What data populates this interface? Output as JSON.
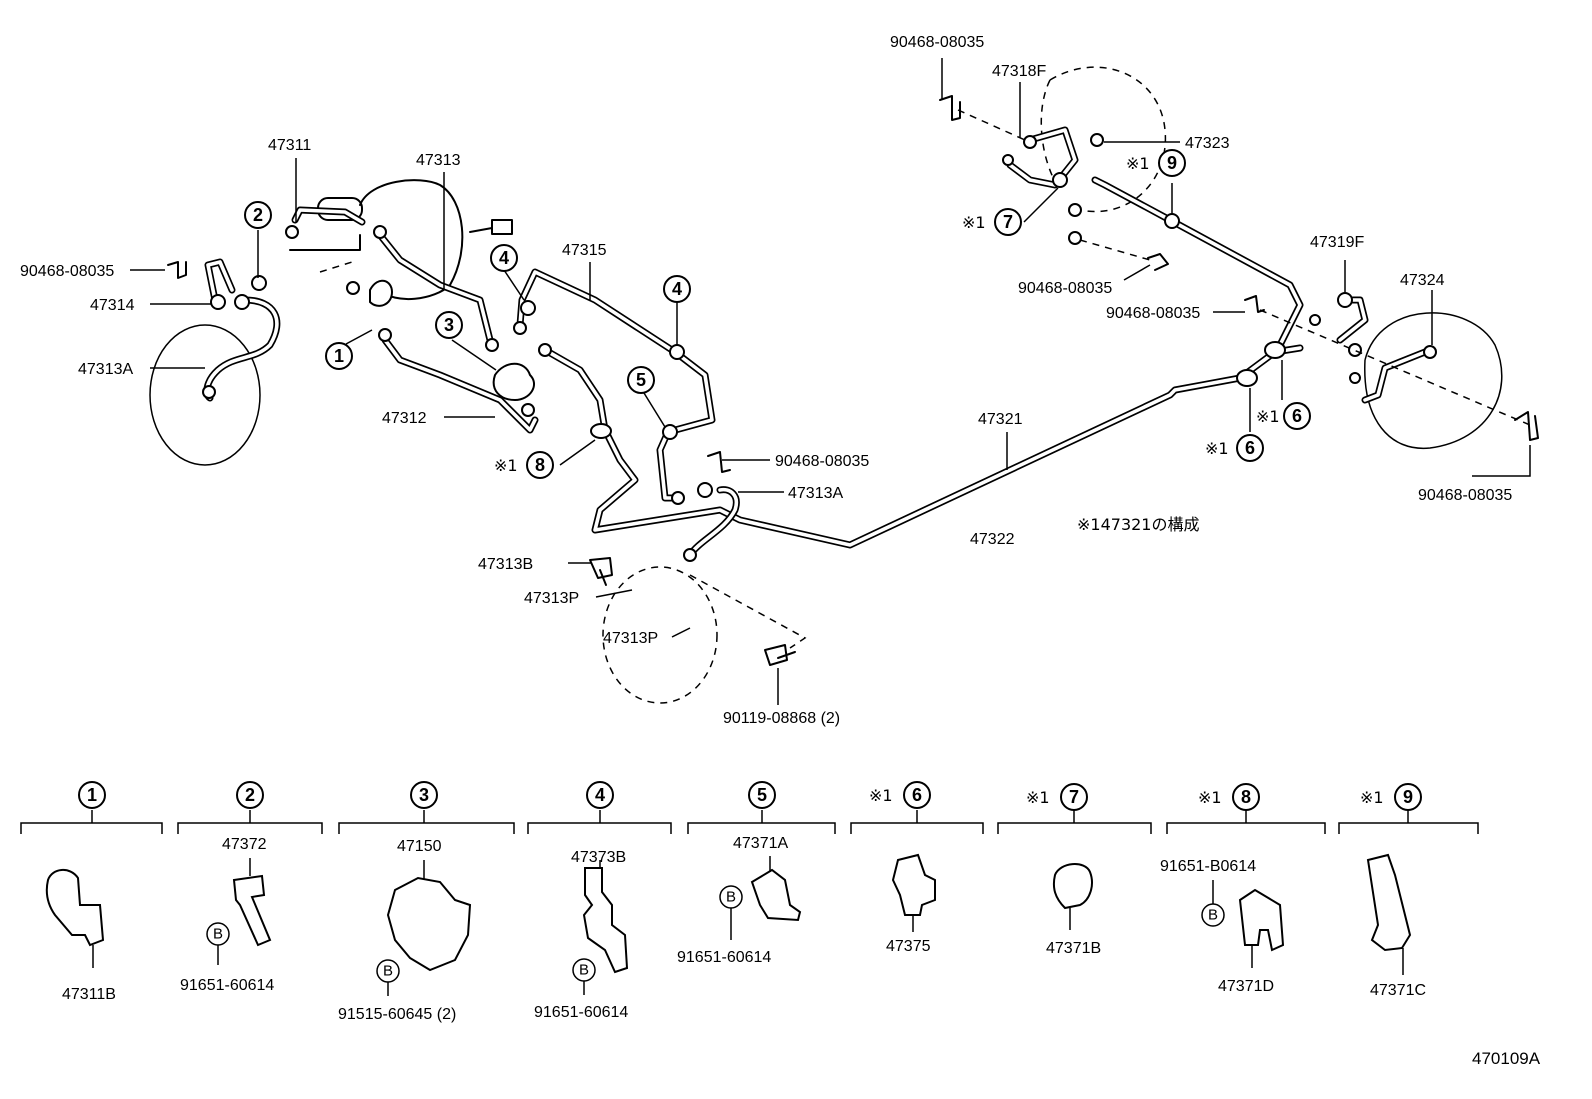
{
  "diagram_code": "470109A",
  "note": "※147321の構成",
  "reference_mark": "※1",
  "bolt_symbol": "B",
  "callouts": {
    "c1": "1",
    "c2": "2",
    "c3": "3",
    "c4a": "4",
    "c4b": "4",
    "c5": "5",
    "c6a": "6",
    "c6b": "6",
    "c7": "7",
    "c8": "8",
    "c9": "9"
  },
  "labels": {
    "p47311": "47311",
    "p47313": "47313",
    "p90468_left": "90468-08035",
    "p47314": "47314",
    "p47313A_left": "47313A",
    "p47315": "47315",
    "p47312": "47312",
    "p90468_mid": "90468-08035",
    "p47313A_mid": "47313A",
    "p47313B": "47313B",
    "p47313P_1": "47313P",
    "p47313P_2": "47313P",
    "p90119": "90119-08868 (2)",
    "p47321": "47321",
    "p47322": "47322",
    "p90468_top": "90468-08035",
    "p47318F": "47318F",
    "p47323": "47323",
    "p90468_rmid": "90468-08035",
    "p90468_rlow": "90468-08035",
    "p47319F": "47319F",
    "p47324": "47324",
    "p90468_right": "90468-08035"
  },
  "detail_groups": [
    {
      "num": "1",
      "mark": "",
      "parts": [
        "47311B"
      ]
    },
    {
      "num": "2",
      "mark": "",
      "parts": [
        "47372",
        "91651-60614"
      ]
    },
    {
      "num": "3",
      "mark": "",
      "parts": [
        "47150",
        "91515-60645 (2)"
      ]
    },
    {
      "num": "4",
      "mark": "",
      "parts": [
        "47373B",
        "91651-60614"
      ]
    },
    {
      "num": "5",
      "mark": "",
      "parts": [
        "47371A",
        "91651-60614"
      ]
    },
    {
      "num": "6",
      "mark": "※1",
      "parts": [
        "47375"
      ]
    },
    {
      "num": "7",
      "mark": "※1",
      "parts": [
        "47371B"
      ]
    },
    {
      "num": "8",
      "mark": "※1",
      "parts": [
        "91651-B0614",
        "47371D"
      ]
    },
    {
      "num": "9",
      "mark": "※1",
      "parts": [
        "47371C"
      ]
    }
  ]
}
